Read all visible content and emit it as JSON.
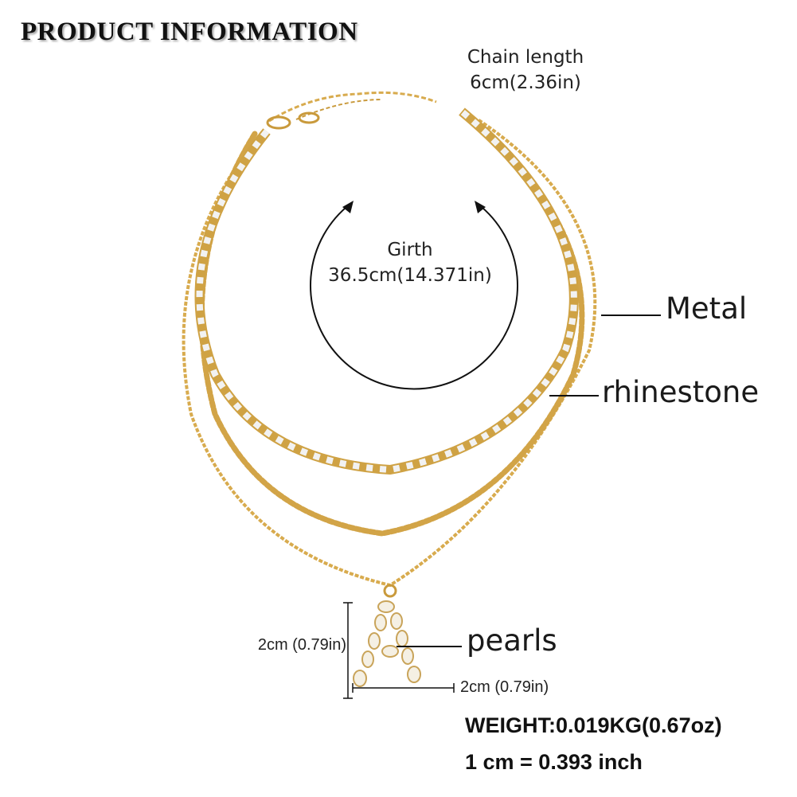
{
  "header": {
    "title": "PRODUCT INFORMATION"
  },
  "chain_length": {
    "label": "Chain length",
    "value": "6cm(2.36in)"
  },
  "girth": {
    "label": "Girth",
    "value": "36.5cm(14.371in)"
  },
  "callouts": {
    "metal": "Metal",
    "rhinestone": "rhinestone",
    "pearls": "pearls"
  },
  "pendant_dims": {
    "height": "2cm (0.79in)",
    "width": "2cm (0.79in)"
  },
  "specs": {
    "weight": "WEIGHT:0.019KG(0.67oz)",
    "conversion": "1 cm = 0.393 inch"
  },
  "colors": {
    "gold": "#d8ab4e",
    "gold_dark": "#b8872c",
    "stone": "#f2f2f2",
    "pearl": "#f5f0e4"
  },
  "icons": {
    "necklace": "necklace-illustration",
    "girth_arrow": "circular-arrow-icon"
  }
}
